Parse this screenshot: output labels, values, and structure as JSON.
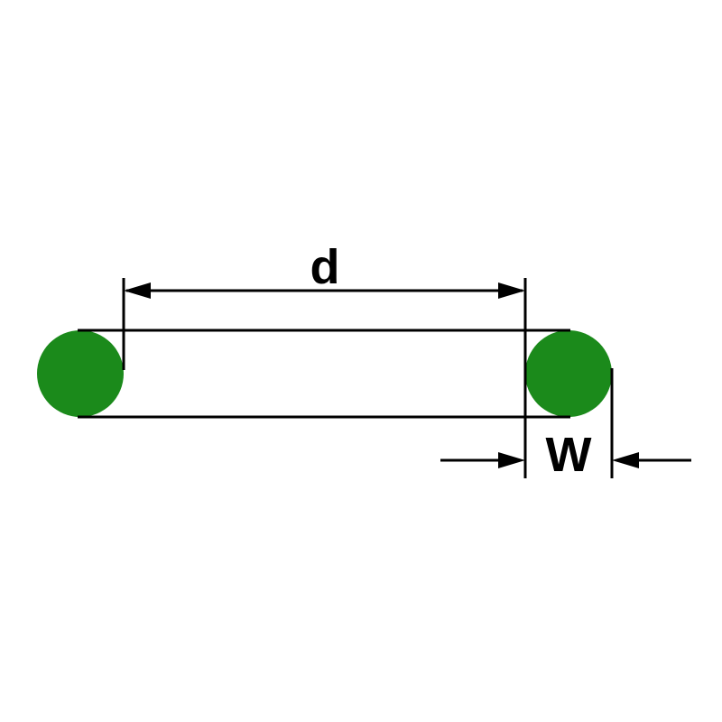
{
  "diagram": {
    "kind": "o-ring-dimension-drawing",
    "labels": {
      "inner_diameter": "d",
      "cross_section_width": "W"
    },
    "colors": {
      "oring_fill": "#1b8a1b",
      "line": "#000000",
      "background": "#ffffff"
    }
  }
}
